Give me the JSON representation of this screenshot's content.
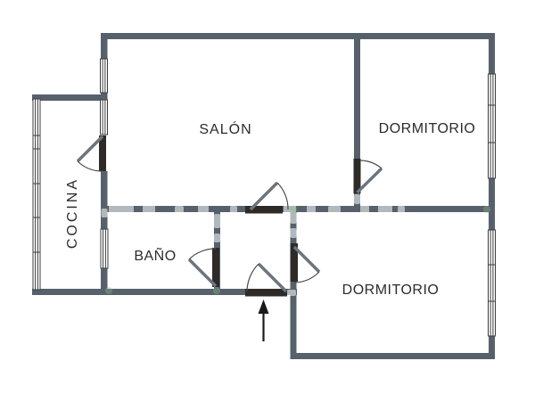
{
  "rooms": {
    "salon": {
      "label": "SALÓN"
    },
    "dormitorio_top": {
      "label": "DORMITORIO"
    },
    "cocina": {
      "label": "COCINA"
    },
    "bano": {
      "label": "BAÑO"
    },
    "dormitorio_bottom": {
      "label": "DORMITORIO"
    }
  },
  "colors": {
    "wall": "#57616b",
    "door_leaf": "#2e2a28",
    "door_swing_line": "#6d757c",
    "door_arc": "#4a4a4a",
    "window_frame": "#3c3c3c",
    "label_text": "#2b2b2b",
    "arrow": "#1a1a1a",
    "background": "#ffffff"
  }
}
